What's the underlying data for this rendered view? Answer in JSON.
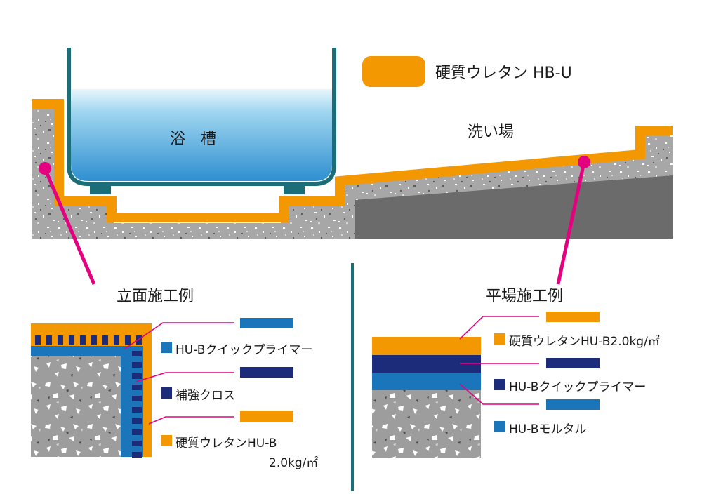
{
  "legend": {
    "label": "硬質ウレタン HB-U",
    "color": "#F39800"
  },
  "bathtub": {
    "label": "浴　槽"
  },
  "washing_area": {
    "label": "洗い場"
  },
  "vertical_example": {
    "title": "立面施工例",
    "layers": [
      {
        "label": "HU-Bクイックプライマー",
        "color": "#1B75BB"
      },
      {
        "label": "補強クロス",
        "color": "#1D2C7A"
      },
      {
        "label": "硬質ウレタンHU-B",
        "label2": "2.0kg/㎡",
        "color": "#F39800"
      }
    ]
  },
  "flat_example": {
    "title": "平場施工例",
    "layers": [
      {
        "label": "硬質ウレタンHU-B2.0kg/㎡",
        "color": "#F39800"
      },
      {
        "label": "HU-Bクイックプライマー",
        "color": "#1D2C7A"
      },
      {
        "label": "HU-Bモルタル",
        "color": "#1B75BB"
      }
    ]
  },
  "colors": {
    "urethane": "#F39800",
    "primer": "#1B75BB",
    "cloth": "#1D2C7A",
    "concrete": "#A7A7A7",
    "dark_slope": "#6B6B6B",
    "tub_frame": "#1B6E78",
    "pointer": "#E4007F",
    "divider": "#1B6E78"
  }
}
